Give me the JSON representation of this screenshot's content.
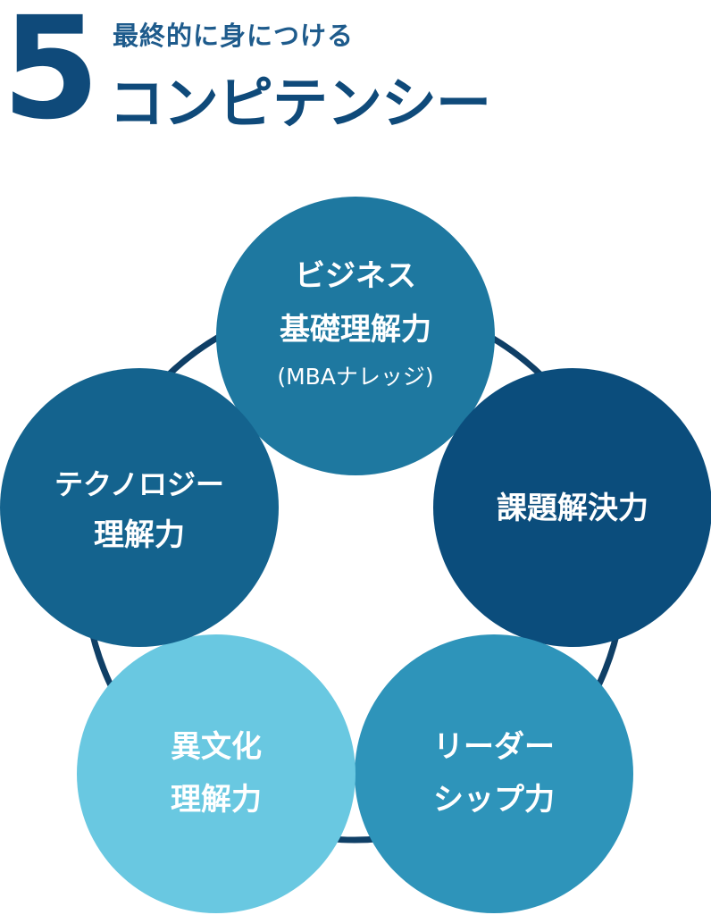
{
  "header": {
    "number": "5",
    "subtitle": "最終的に身につける",
    "title": "コンピテンシー"
  },
  "competencies": [
    {
      "id": "business",
      "lines": [
        "ビジネス",
        "基礎理解力"
      ],
      "note": "(MBAナレッジ)",
      "color": "#1e78a0"
    },
    {
      "id": "problem-solving",
      "lines": [
        "課題解決力"
      ],
      "color": "#0b4d7c"
    },
    {
      "id": "leadership",
      "lines": [
        "リーダー",
        "シップ力"
      ],
      "color": "#2e94ba"
    },
    {
      "id": "cross-cultural",
      "lines": [
        "異文化",
        "理解力"
      ],
      "color": "#69c8e1"
    },
    {
      "id": "technology",
      "lines": [
        "テクノロジー",
        "理解力"
      ],
      "color": "#14638e"
    }
  ],
  "ring_color": "#0f3f66"
}
